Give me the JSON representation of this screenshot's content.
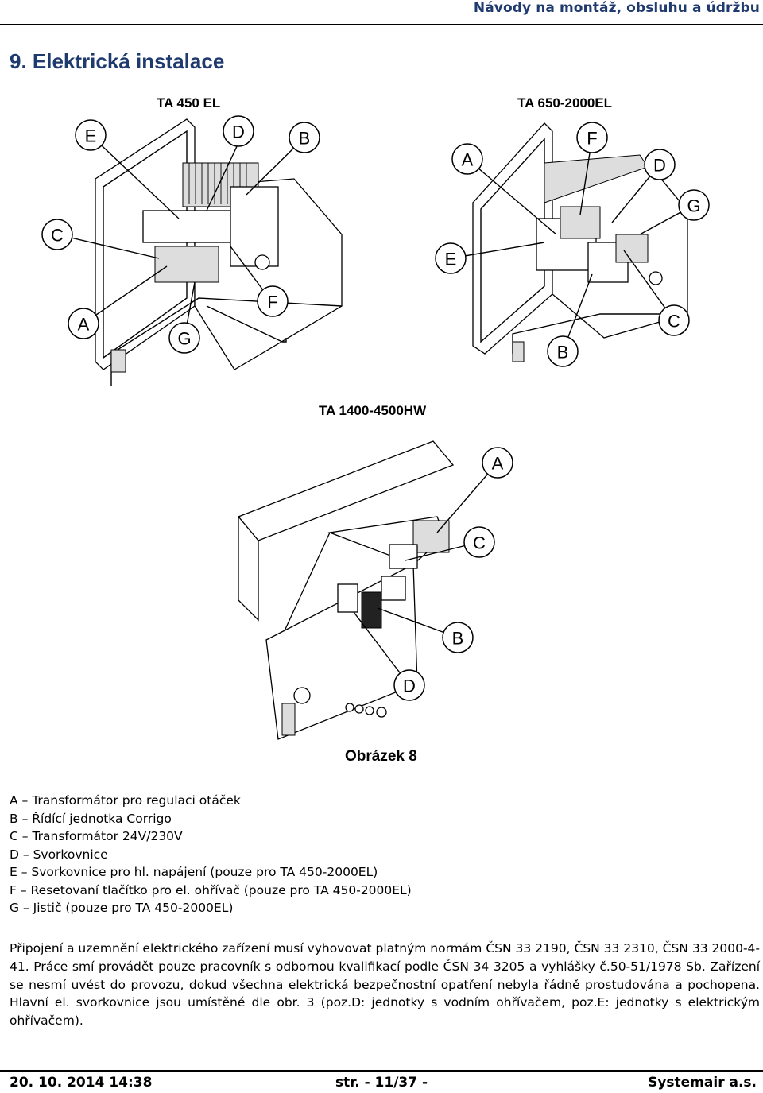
{
  "header": {
    "title": "Návody na montáž, obsluhu a údržbu"
  },
  "section": {
    "title": "9. Elektrická instalace"
  },
  "figures": {
    "ta450": {
      "label": "TA 450 EL",
      "callouts": [
        "E",
        "D",
        "B",
        "C",
        "A",
        "G",
        "F"
      ]
    },
    "ta650": {
      "label": "TA 650-2000EL",
      "callouts": [
        "F",
        "A",
        "D",
        "G",
        "E",
        "C",
        "B"
      ]
    },
    "ta1400": {
      "label": "TA 1400-4500HW",
      "callouts": [
        "A",
        "C",
        "B",
        "D"
      ]
    }
  },
  "caption": "Obrázek 8",
  "legend": [
    {
      "key": "A",
      "text": "Transformátor pro regulaci otáček"
    },
    {
      "key": "B",
      "text": "Řídící jednotka Corrigo"
    },
    {
      "key": "C",
      "text": "Transformátor 24V/230V"
    },
    {
      "key": "D",
      "text": "Svorkovnice"
    },
    {
      "key": "E",
      "text": "Svorkovnice pro hl. napájení (pouze pro TA 450-2000EL)"
    },
    {
      "key": "F",
      "text": "Resetovaní tlačítko pro el. ohřívač (pouze pro TA 450-2000EL)"
    },
    {
      "key": "G",
      "text": "Jistič (pouze pro TA 450-2000EL)"
    }
  ],
  "legend_dash": "–",
  "paragraph": "Připojení a uzemnění elektrického zařízení musí vyhovovat platným normám ČSN 33 2190, ČSN 33 2310, ČSN 33 2000-4-41. Práce smí provádět pouze pracovník s odbornou kvalifikací podle ČSN 34 3205 a vyhlášky č.50-51/1978 Sb. Zařízení se nesmí uvést do provozu, dokud všechna elektrická bezpečnostní opatření nebyla řádně prostudována a pochopena. Hlavní el. svorkovnice jsou umístěné dle obr. 3 (poz.D: jednotky s vodním ohřívačem, poz.E: jednotky s elektrickým ohřívačem).",
  "footer": {
    "date": "20. 10. 2014 14:38",
    "page": "str. - 11/37 -",
    "company": "Systemair a.s."
  }
}
